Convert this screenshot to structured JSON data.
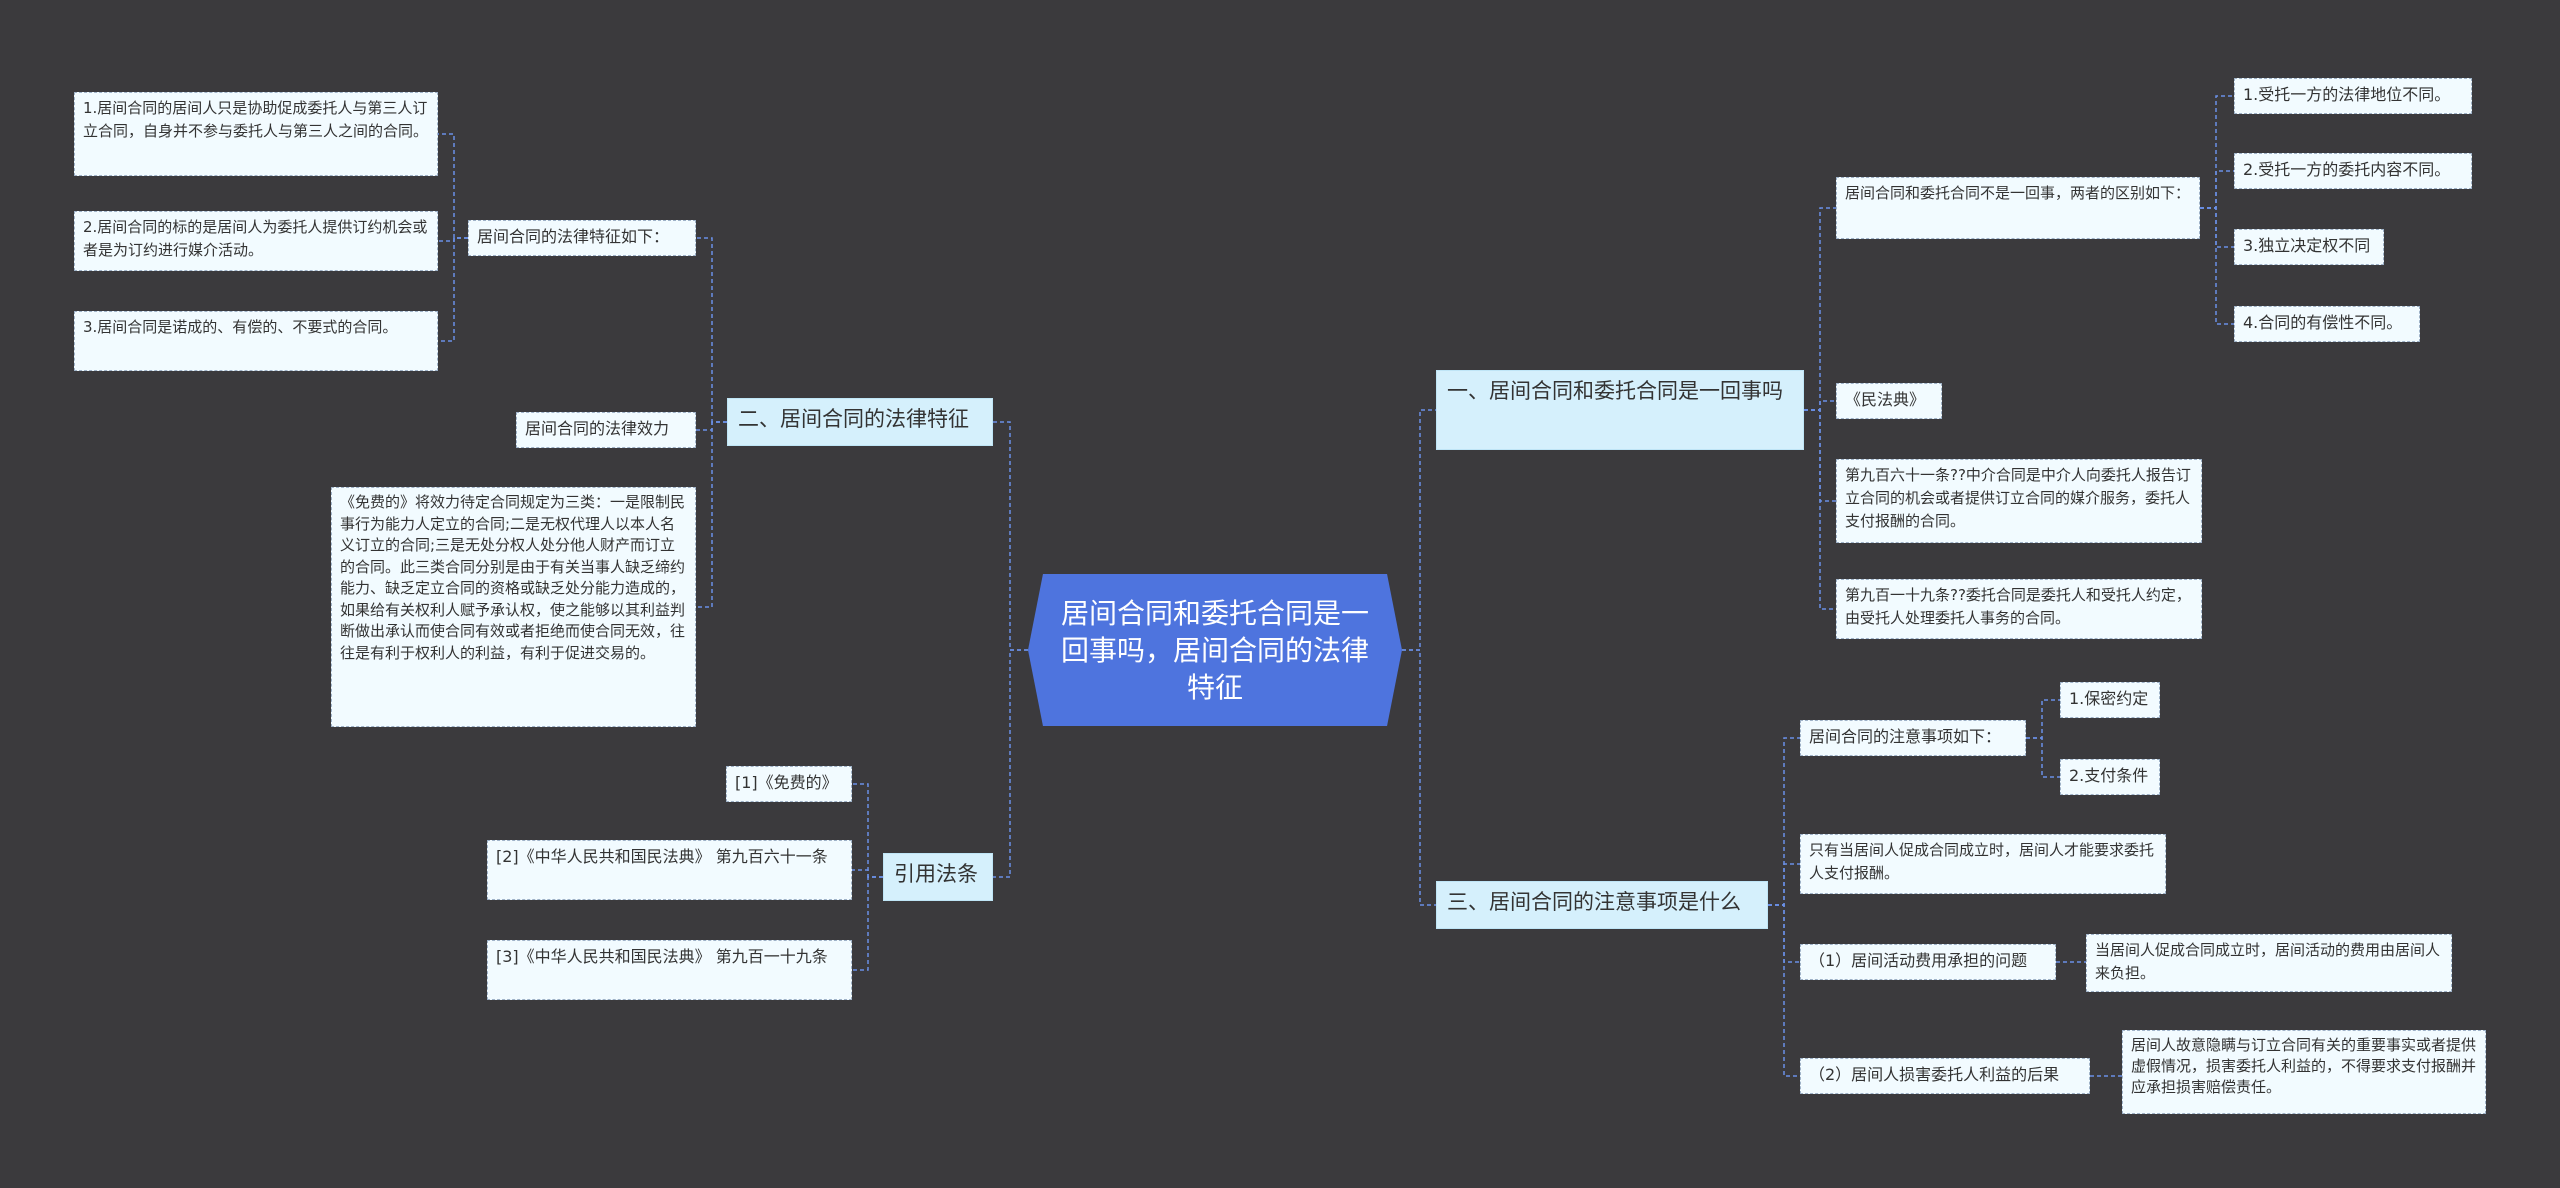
{
  "root": {
    "title": "居间合同和委托合同是一回事吗，居间合同的法律特征"
  },
  "right": {
    "branch1": {
      "label": "一、居间合同和委托合同是一回事吗",
      "diff_intro": "居间合同和委托合同不是一回事，两者的区别如下：",
      "diffs": [
        "1.受托一方的法律地位不同。",
        "2.受托一方的委托内容不同。",
        "3.独立决定权不同",
        "4.合同的有偿性不同。"
      ],
      "code": "《民法典》",
      "art961": "第九百六十一条??中介合同是中介人向委托人报告订立合同的机会或者提供订立合同的媒介服务，委托人支付报酬的合同。",
      "art919": "第九百一十九条??委托合同是委托人和受托人约定，由受托人处理委托人事务的合同。"
    },
    "branch3": {
      "label": "三、居间合同的注意事项是什么",
      "notes_intro": "居间合同的注意事项如下：",
      "notes": [
        "1.保密约定",
        "2.支付条件"
      ],
      "pay_rule": "只有当居间人促成合同成立时，居间人才能要求委托人支付报酬。",
      "cost_issue": "（1）居间活动费用承担的问题",
      "cost_answer": "当居间人促成合同成立时，居间活动的费用由居间人来负担。",
      "harm_issue": "（2）居间人损害委托人利益的后果",
      "harm_answer": "居间人故意隐瞒与订立合同有关的重要事实或者提供虚假情况，损害委托人利益的，不得要求支付报酬并应承担损害赔偿责任。"
    }
  },
  "left": {
    "branch2": {
      "label": "二、居间合同的法律特征",
      "feat_intro": "居间合同的法律特征如下：",
      "feats": [
        "1.居间合同的居间人只是协助促成委托人与第三人订立合同，自身并不参与委托人与第三人之间的合同。",
        "2.居间合同的标的是居间人为委托人提供订约机会或者是为订约进行媒介活动。",
        "3.居间合同是诺成的、有偿的、不要式的合同。"
      ],
      "effect": "居间合同的法律效力",
      "effect_detail": "《免费的》将效力待定合同规定为三类：一是限制民事行为能力人定立的合同;二是无权代理人以本人名义订立的合同;三是无处分权人处分他人财产而订立的合同。此三类合同分别是由于有关当事人缺乏缔约能力、缺乏定立合同的资格或缺乏处分能力造成的，如果给有关权利人赋予承认权，使之能够以其利益判断做出承认而使合同有效或者拒绝而使合同无效，往往是有利于权利人的利益，有利于促进交易的。"
    },
    "refs": {
      "label": "引用法条",
      "items": [
        "[1]《免费的》",
        "[2]《中华人民共和国民法典》 第九百六十一条",
        "[3]《中华人民共和国民法典》 第九百一十九条"
      ]
    }
  },
  "colors": {
    "background": "#3b3a3d",
    "root": "#4e74de",
    "branch": "#d5f0fc",
    "leaf": "#f2fbff",
    "edge": "#6a8fe6"
  }
}
